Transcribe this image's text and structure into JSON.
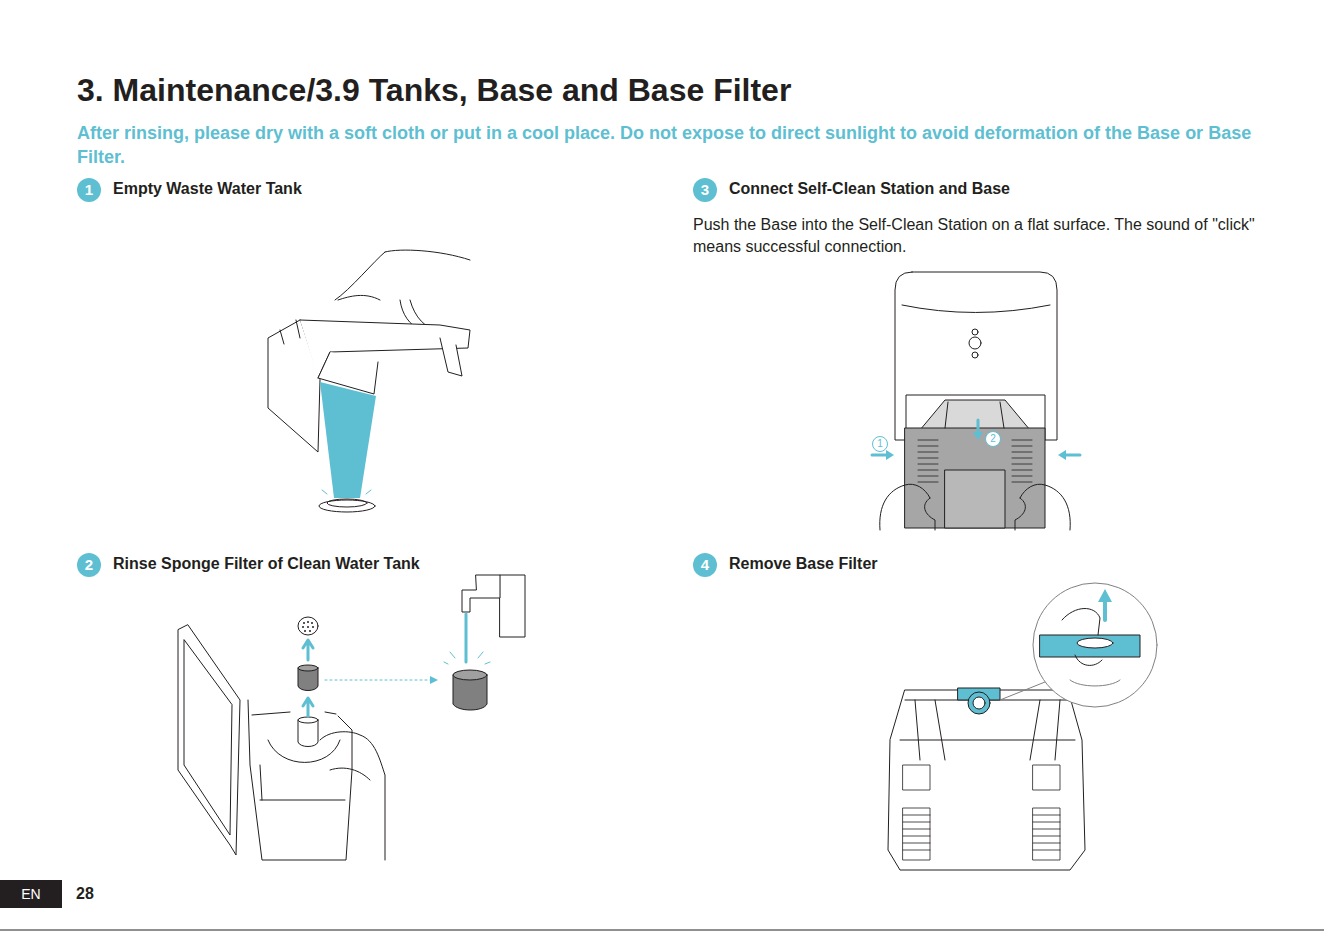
{
  "diagram": {
    "title": "3. Maintenance/3.9 Tanks, Base and Base Filter",
    "nodes": [
      {
        "text": [
          "1",
          "Empty Waste Water Tank"
        ]
      },
      {
        "text": [
          "2",
          "Rinse Sponge Filter of Clean Water Tank"
        ]
      },
      {
        "text": [
          "3",
          "Connect Self-Clean Station and Base",
          "Push the Base into the Self-Clean Station on a flat surface. The sound of \"click\" means successful connection."
        ]
      },
      {
        "text": [
          "4",
          "Remove Base Filter"
        ]
      },
      {
        "text": [
          "EN"
        ]
      }
    ],
    "labels": [
      "After rinsing, please dry with a soft cloth or put in a cool place. Do not expose to direct sunlight to avoid deformation of the Base or Base Filter.",
      "1",
      "2",
      "28"
    ]
  }
}
